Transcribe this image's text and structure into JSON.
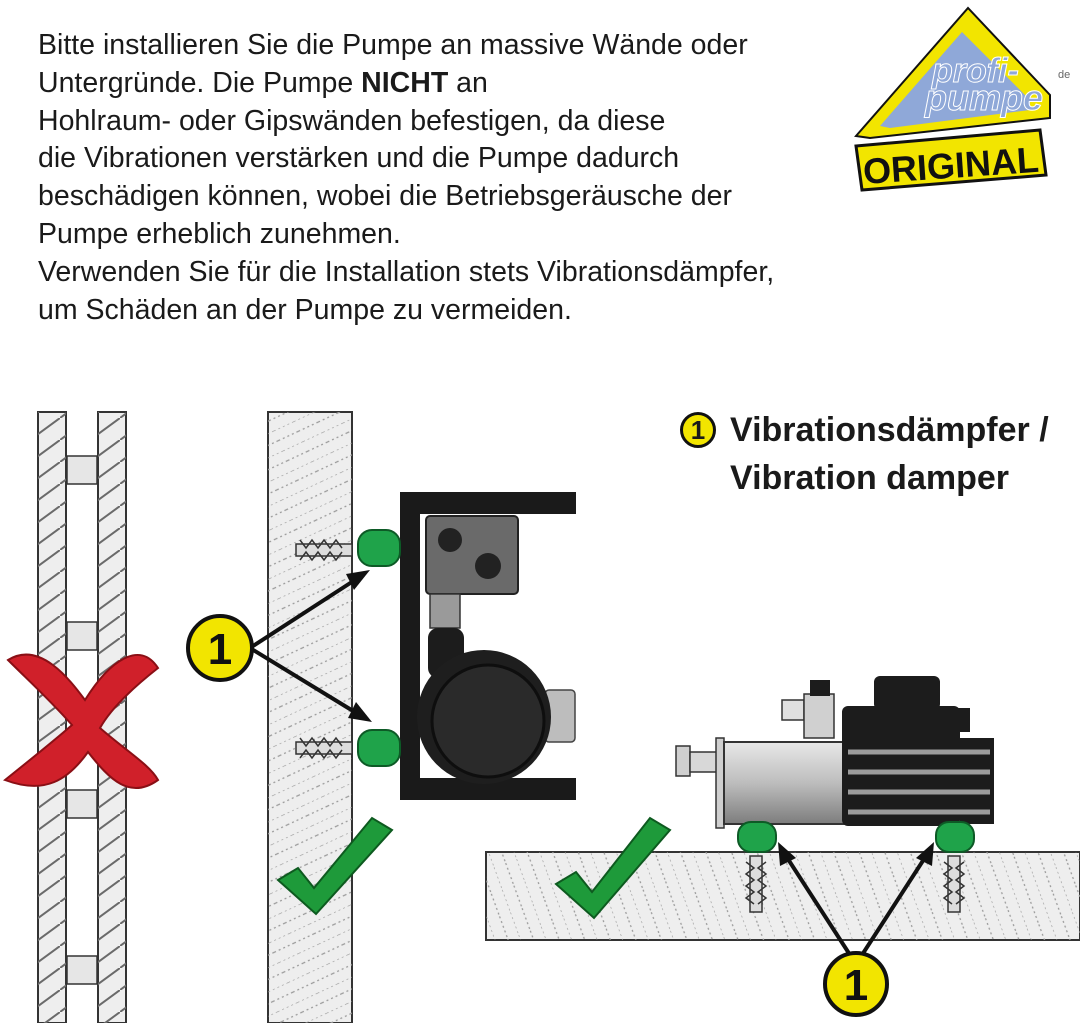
{
  "instructions": {
    "lines": [
      "Bitte installieren Sie die Pumpe an massive Wände oder",
      "Untergründe. Die Pumpe ",
      "NICHT",
      " an",
      "Hohlraum- oder Gipswänden befestigen, da diese",
      "die Vibrationen verstärken und die Pumpe dadurch",
      "beschädigen können, wobei die Betriebsgeräusche der",
      "Pumpe erheblich zunehmen.",
      "Verwenden Sie für die Installation stets Vibrationsdämpfer,",
      "um Schäden an der Pumpe zu vermeiden."
    ]
  },
  "logo": {
    "brand_line1": "profi-",
    "brand_line2": "pumpe",
    "tld": "de",
    "stamp": "ORIGINAL"
  },
  "legend": {
    "number": "1",
    "label_de": "Vibrationsdämpfer /",
    "label_en": "Vibration damper"
  },
  "callouts": {
    "wall_number": "1",
    "floor_number": "1"
  },
  "colors": {
    "damper_green": "#1fa34a",
    "check_green": "#1e9a3a",
    "cross_red": "#d0202a",
    "callout_yellow": "#f2e500",
    "logo_yellow": "#f2e500",
    "logo_blue": "#8fa8d8"
  },
  "icons": [
    "cross-icon",
    "checkmark-icon",
    "checkmark-icon",
    "logo-icon"
  ]
}
